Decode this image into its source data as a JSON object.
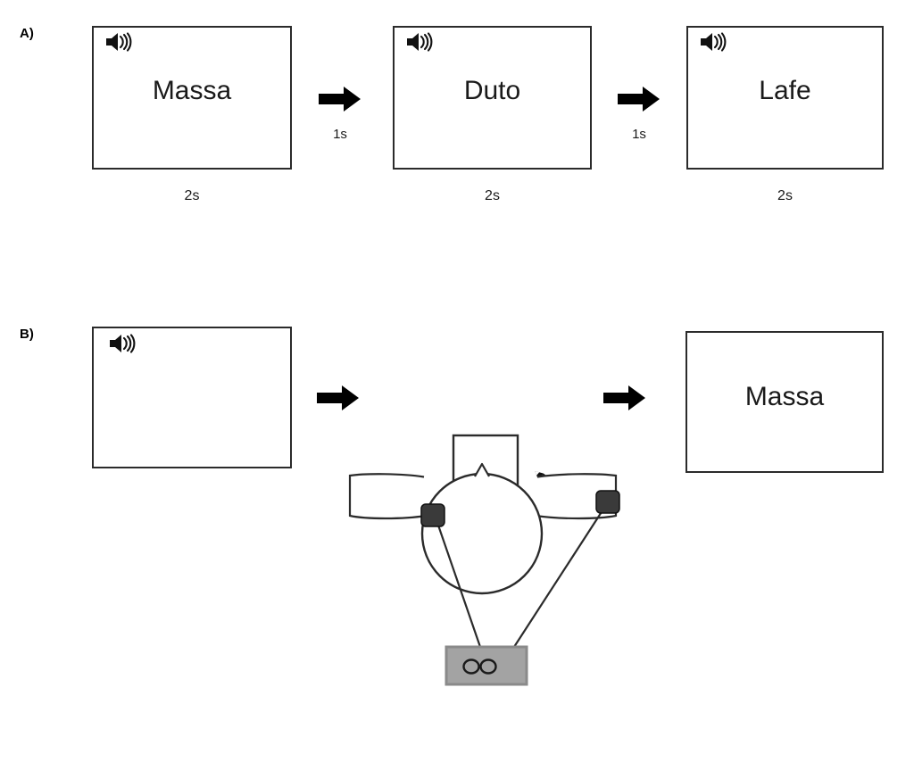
{
  "figure": {
    "background": "#ffffff",
    "ink": "#000000",
    "box_border": "#2b2b2b",
    "electrode_color": "#3a3a3a",
    "amplifier_fill": "#a3a3a3",
    "amplifier_border": "#8a8a8a"
  },
  "panels": [
    {
      "id": "A",
      "letter": "A)",
      "screens": [
        {
          "word": "Massa",
          "duration": "2s",
          "icon": "speaker-icon"
        },
        {
          "word": "Duto",
          "duration": "2s",
          "icon": "speaker-icon"
        },
        {
          "word": "Lafe",
          "duration": "2s",
          "icon": "speaker-icon"
        }
      ],
      "transitions": [
        {
          "icon": "right-arrow-icon",
          "label": "1s"
        },
        {
          "icon": "right-arrow-icon",
          "label": "1s"
        }
      ]
    },
    {
      "id": "B",
      "letter": "B)",
      "screens": [
        {
          "word": "",
          "duration": "",
          "icon": "speaker-icon"
        },
        {
          "word": "Massa",
          "duration": "",
          "icon": ""
        }
      ],
      "transitions": [
        {
          "icon": "right-arrow-icon",
          "label": ""
        },
        {
          "icon": "right-arrow-icon",
          "label": ""
        }
      ],
      "apparatus": {
        "paper": "paper-sheet-icon",
        "pencil": "pencil-icon",
        "head": "head-top-view-icon",
        "nose": "nose-marker-icon",
        "arms": [
          "left-arm-icon",
          "right-arm-icon"
        ],
        "electrodes": [
          "left-electrode-icon",
          "right-electrode-icon"
        ],
        "cables": [
          "left-cable-icon",
          "right-cable-icon"
        ],
        "amplifier": "amplifier-box-icon",
        "amplifier_ports": [
          "port-1-icon",
          "port-2-icon"
        ]
      }
    }
  ]
}
